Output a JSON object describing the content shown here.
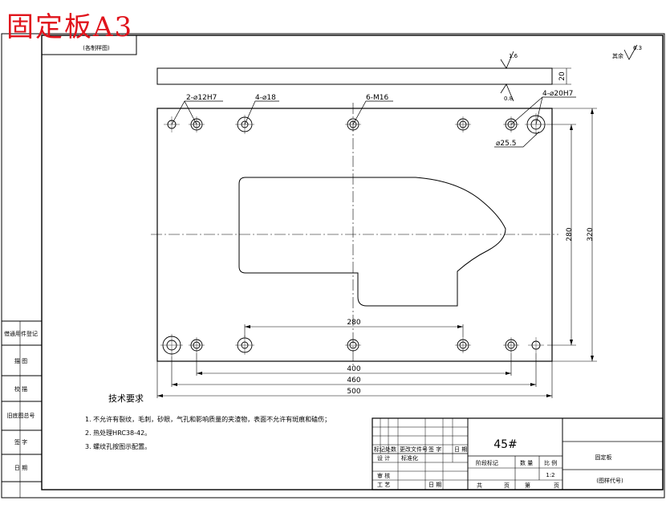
{
  "title": "固定板A3",
  "top_box_label": "(各制样图)",
  "surface_roughness": {
    "prefix": "其余",
    "value": "6.3"
  },
  "plate_side_view": {
    "thickness": "20",
    "roughness_top": "1.6",
    "roughness_bottom": "0.8"
  },
  "hole_callouts": {
    "pin_holes": "2-⌀12H7",
    "holes_18": "4-⌀18",
    "tapped": "6-M16",
    "guide_holes": "4-⌀20H7",
    "counterbore": "⌀25.5"
  },
  "dimensions": {
    "hole_span_inner": "280",
    "span_400": "400",
    "span_460": "460",
    "width_500": "500",
    "height_280": "280",
    "height_320": "320"
  },
  "side_labels": [
    "借通用件登记",
    "描 图",
    "校 描",
    "旧底图总号",
    "签 字",
    "日 期"
  ],
  "technical_requirements": {
    "heading": "技术要求",
    "items": [
      "1. 不允许有裂纹，毛刺，砂眼，气孔和影响质量的夹渣物，表面不允许有斑痕和磕伤；",
      "2. 热处理HRC38-42。",
      "3. 螺纹孔按图示配置。"
    ]
  },
  "title_block": {
    "material": "45#",
    "part_name": "固定板",
    "drawing_code": "(图样代号)",
    "scale_value": "1:2",
    "labels": {
      "marking": "标记处数",
      "change_doc": "更改文件号",
      "sign": "签 字",
      "date": "日 期",
      "designer": "设 计",
      "standardize": "标准化",
      "stage_mark": "阶段标记",
      "weight": "数 量",
      "scale": "比 例",
      "review": "审 核",
      "process": "工 艺",
      "date2": "日 期",
      "total": "共",
      "sheets": "页",
      "sheet_no": "第",
      "sheets2": "页"
    }
  }
}
